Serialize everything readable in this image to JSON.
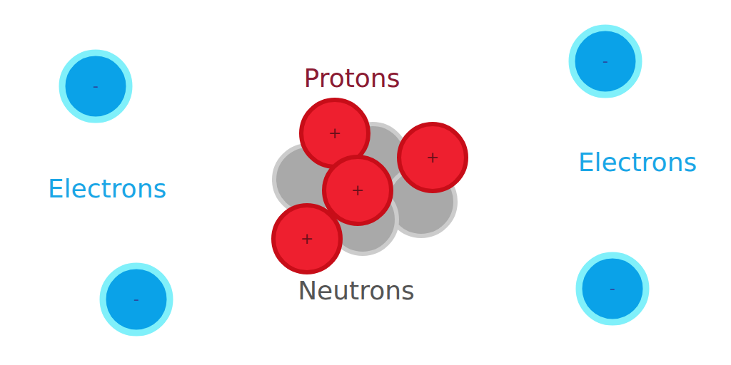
{
  "diagram": {
    "nodes": [
      {
        "text": [
          "-"
        ]
      },
      {
        "text": [
          "-"
        ]
      },
      {
        "text": [
          "+"
        ]
      },
      {
        "text": [
          "+"
        ]
      },
      {
        "text": [
          "+"
        ]
      },
      {
        "text": [
          "+"
        ]
      },
      {
        "text": [
          "-"
        ]
      },
      {
        "text": [
          "-"
        ]
      }
    ],
    "labels": [
      "Protons",
      "Electrons",
      "Electrons",
      "Neutrons"
    ]
  }
}
